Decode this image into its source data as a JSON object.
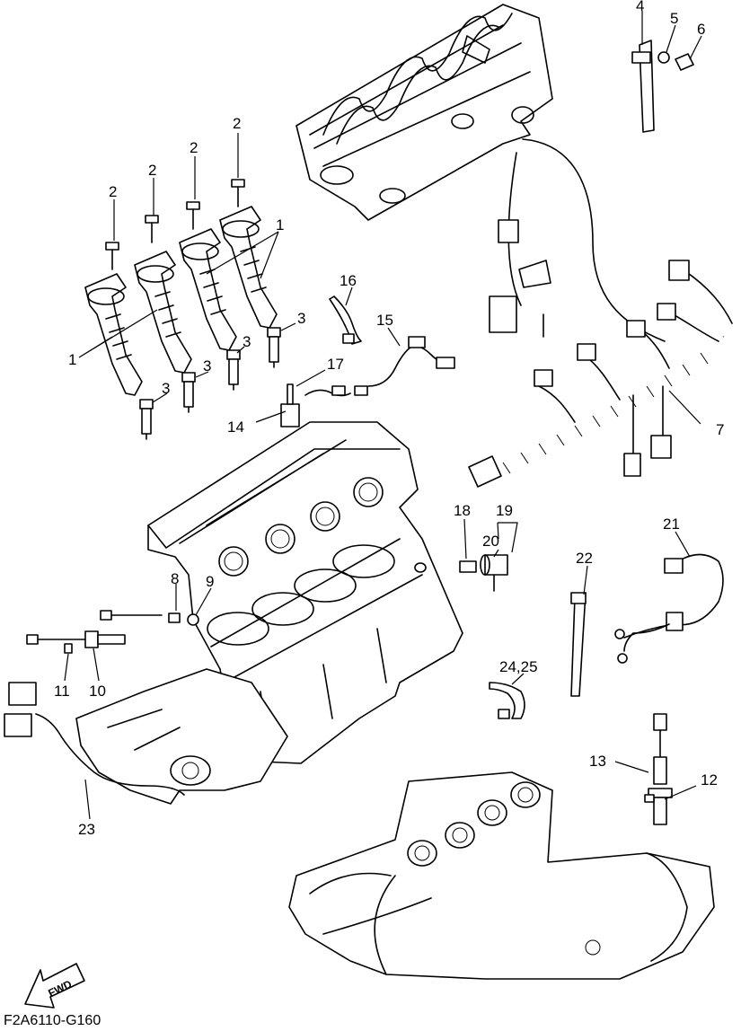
{
  "diagram_code": "F2A6110-G160",
  "fwd_label": "FWD",
  "callouts": [
    "1",
    "1",
    "2",
    "2",
    "2",
    "2",
    "3",
    "3",
    "3",
    "3",
    "4",
    "5",
    "6",
    "7",
    "8",
    "9",
    "10",
    "11",
    "12",
    "13",
    "14",
    "15",
    "16",
    "17",
    "18",
    "19",
    "20",
    "21",
    "22",
    "23",
    "24,25"
  ]
}
